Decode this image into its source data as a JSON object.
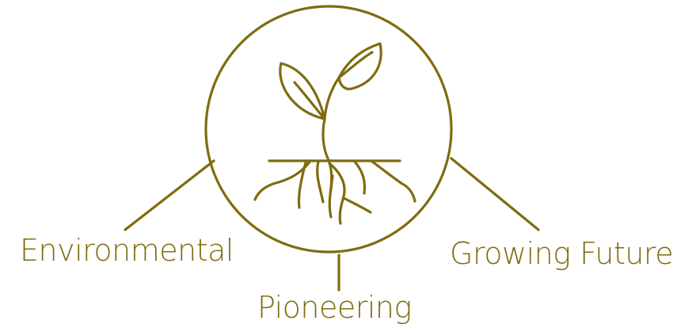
{
  "colors": {
    "accent": "#7f6c10"
  },
  "icon": "seedling-with-roots-icon",
  "labels": {
    "left": "Environmental",
    "bottom": "Pioneering",
    "right": "Growing Future"
  }
}
